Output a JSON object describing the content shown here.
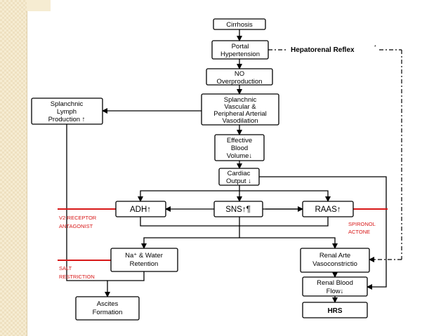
{
  "nodes": {
    "cirrhosis": [
      "Cirrhosis"
    ],
    "portal": [
      "Portal",
      "Hypertension"
    ],
    "no": [
      "NO",
      "Overproduction"
    ],
    "splanchnic_vaso": [
      "Splanchnic",
      "Vascular &",
      "Peripheral Arterial",
      "Vasodilation"
    ],
    "lymph": [
      "Splanchnic",
      "Lymph",
      "Production ↑"
    ],
    "effective": [
      "Effective",
      "Blood",
      "Volume↓"
    ],
    "cardiac": [
      "Cardiac",
      "Output ↓"
    ],
    "adh": [
      "ADH↑"
    ],
    "sns": [
      "SNS↑¶"
    ],
    "raas": [
      "RAAS↑"
    ],
    "na": [
      "Na⁺ & Water",
      "Retention"
    ],
    "renal_arte": [
      "Renal Arte",
      "Vasoconstrictio"
    ],
    "renal_blood": [
      "Renal Blood",
      "Flow↓"
    ],
    "hrs": [
      "HRS"
    ],
    "ascites": [
      "Ascites",
      "Formation"
    ]
  },
  "labels": {
    "hepatorenal": "Hepatorenal Reflex",
    "hepatorenal_mark": "*",
    "v2": [
      "V2-RECEPTOR",
      "ANTAGONIST"
    ],
    "salt": [
      "SALT",
      "RESTRICTION"
    ],
    "spiro": [
      "SPIRONOL",
      "ACTONE"
    ]
  },
  "colors": {
    "inhibit": "#d81818",
    "stroke": "#000000",
    "border_pattern": "#f6ecd2"
  }
}
